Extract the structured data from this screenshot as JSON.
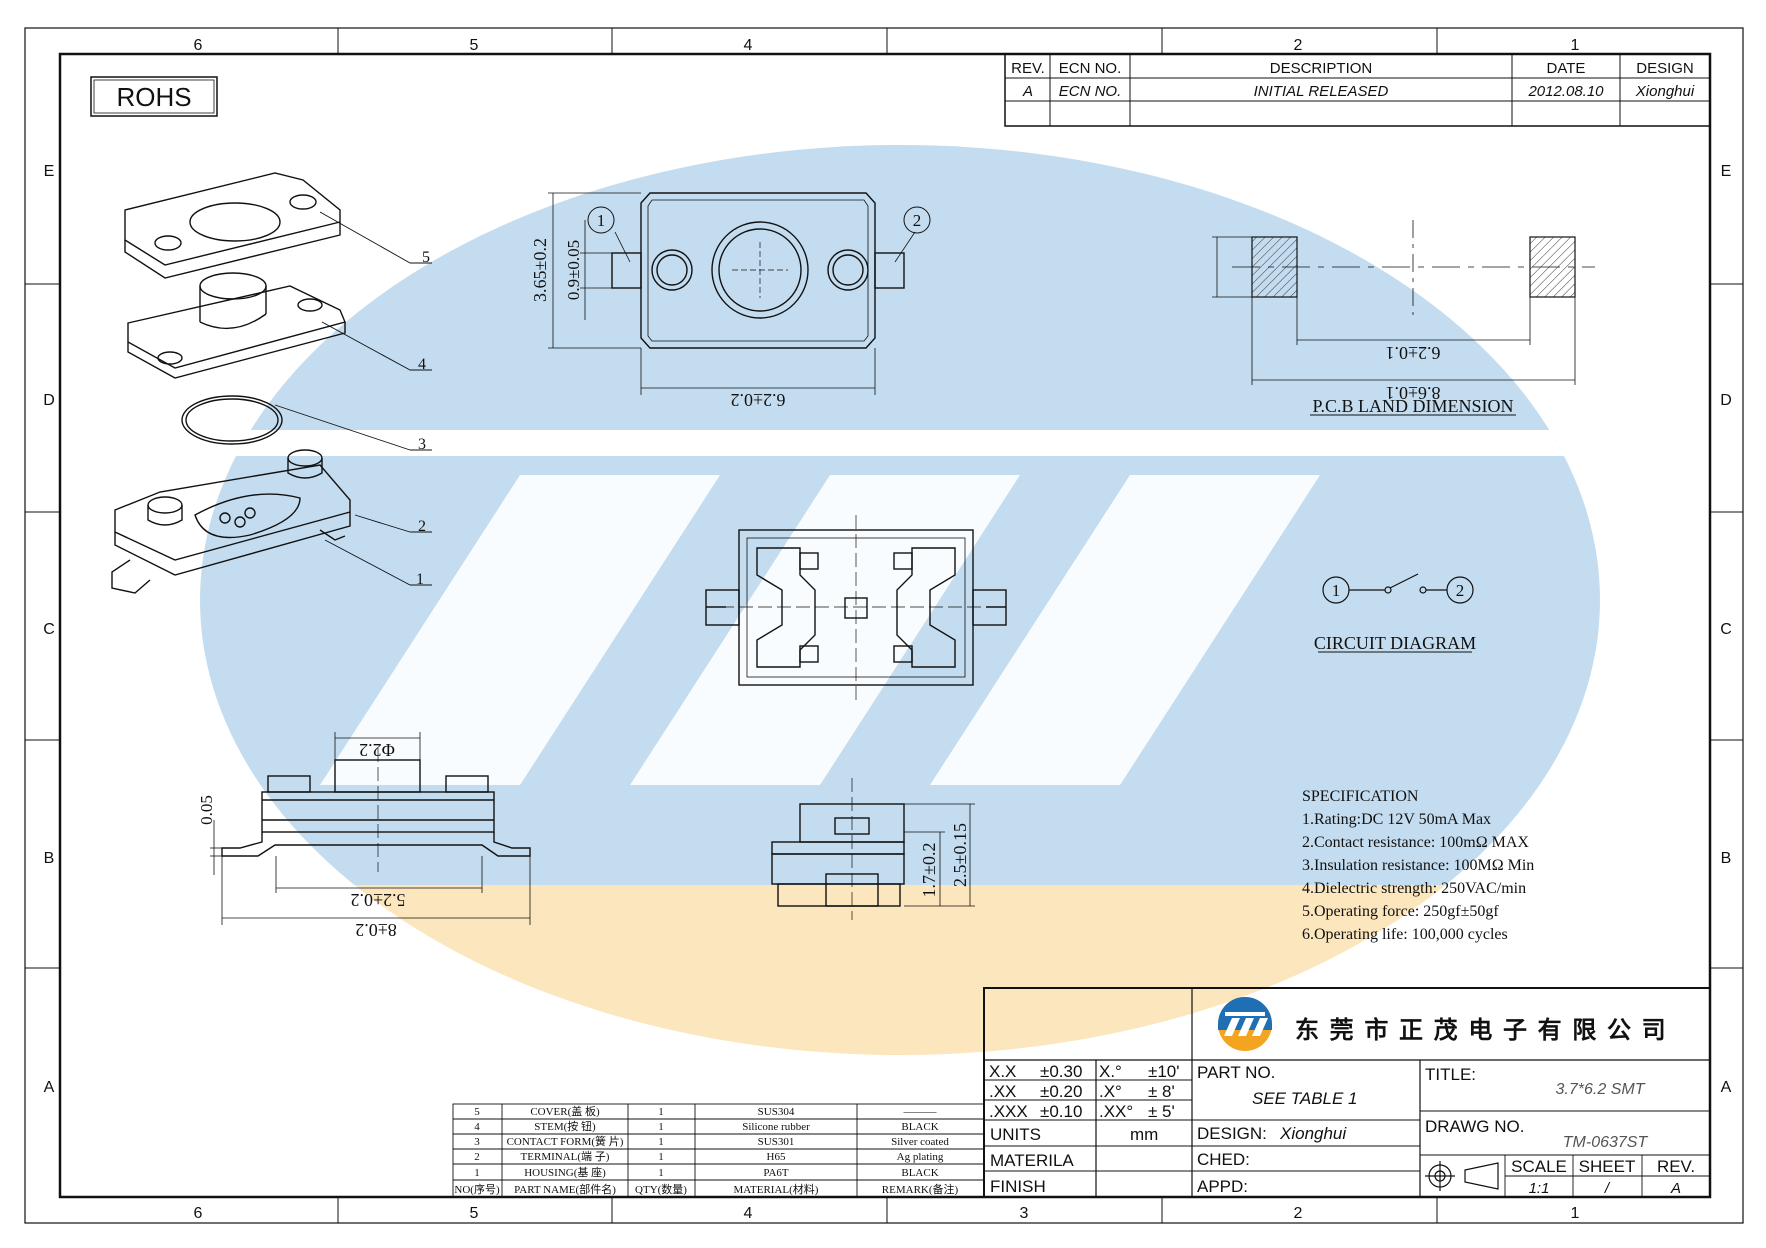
{
  "frame": {
    "col_labels_top": [
      "6",
      "5",
      "4",
      "",
      "2",
      "1"
    ],
    "col_labels_bottom": [
      "6",
      "5",
      "4",
      "3",
      "2",
      "1"
    ],
    "row_labels": [
      "E",
      "D",
      "C",
      "B",
      "A"
    ]
  },
  "rohs": "ROHS",
  "revision_table": {
    "headers": [
      "REV.",
      "ECN NO.",
      "DESCRIPTION",
      "DATE",
      "DESIGN"
    ],
    "row": [
      "A",
      "ECN NO.",
      "INITIAL  RELEASED",
      "2012.08.10",
      "Xionghui"
    ]
  },
  "top_view": {
    "dim_height": "3.65±0.2",
    "dim_pad": "0.9±0.05",
    "dim_width": "6.2±0.2",
    "pin1": "1",
    "pin2": "2"
  },
  "pcb": {
    "dim_inner": "6.2±0.1",
    "dim_outer": "8.6±0.1",
    "title": "P.C.B LAND DIMENSION"
  },
  "circuit": {
    "pin1": "1",
    "pin2": "2",
    "title": "CIRCUIT DIAGRAM"
  },
  "exploded": {
    "callouts": [
      "5",
      "4",
      "3",
      "2",
      "1"
    ]
  },
  "side_view": {
    "dim_stem": "Φ2.2",
    "dim_gap": "0.05",
    "dim_inner": "5.2±0.2",
    "dim_outer": "8±0.2"
  },
  "end_view": {
    "dim_body": "1.7±0.2",
    "dim_total": "2.5±0.15"
  },
  "specification": {
    "title": "SPECIFICATION",
    "items": [
      "1.Rating:DC 12V 50mA Max",
      "2.Contact resistance: 100mΩ  MAX",
      "3.Insulation resistance:  100MΩ  Min",
      "4.Dielectric strength:     250VAC/min",
      "5.Operating force: 250gf±50gf",
      "6.Operating life: 100,000 cycles"
    ]
  },
  "bom": {
    "headers": [
      "NO(序号)",
      "PART NAME(部件名)",
      "QTY(数量)",
      "MATERIAL(材料)",
      "REMARK(备注)"
    ],
    "rows": [
      [
        "5",
        "COVER(盖 板)",
        "1",
        "SUS304",
        "———"
      ],
      [
        "4",
        "STEM(按 钮)",
        "1",
        "Silicone rubber",
        "BLACK"
      ],
      [
        "3",
        "CONTACT FORM(簧 片)",
        "1",
        "SUS301",
        "Silver coated"
      ],
      [
        "2",
        "TERMINAL(端 子)",
        "1",
        "H65",
        "Ag plating"
      ],
      [
        "1",
        "HOUSING(基 座)",
        "1",
        "PA6T",
        "BLACK"
      ]
    ]
  },
  "tolerances": {
    "rows": [
      [
        "X.X",
        "±0.30",
        "X.°",
        "±10'"
      ],
      [
        ".XX",
        "±0.20",
        ".X°",
        "± 8'"
      ],
      [
        ".XXX",
        "±0.10",
        ".XX°",
        "± 5'"
      ]
    ],
    "units_label": "UNITS",
    "units_value": "mm",
    "material_label": "MATERILA",
    "finish_label": "FINISH"
  },
  "title_block": {
    "company": "东 莞 市 正 茂 电 子 有 限 公 司",
    "part_no_label": "PART NO.",
    "part_no_value": "SEE TABLE 1",
    "title_label": "TITLE:",
    "title_value": "3.7*6.2 SMT",
    "design_label": "DESIGN:",
    "design_value": "Xionghui",
    "ched_label": "CHED:",
    "appd_label": "APPD:",
    "drawg_label": "DRAWG NO.",
    "drawg_value": "TM-0637ST",
    "scale_label": "SCALE",
    "scale_value": "1:1",
    "sheet_label": "SHEET",
    "sheet_value": "/",
    "rev_label": "REV.",
    "rev_value": "A"
  },
  "colors": {
    "watermark_blue": "#c4dcef",
    "watermark_orange": "#fbe6bd",
    "logo_blue": "#1f6fb5",
    "logo_orange": "#f3a522"
  }
}
